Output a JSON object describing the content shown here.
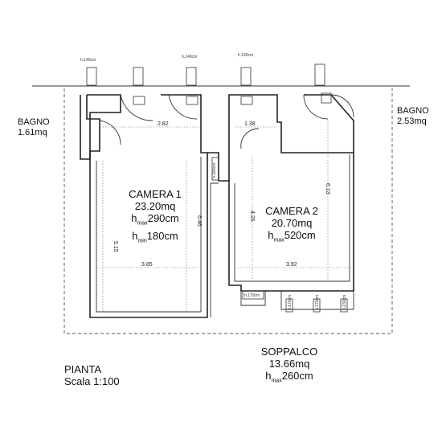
{
  "rooms": {
    "bagno1": {
      "name": "BAGNO",
      "area": "1.61mq"
    },
    "bagno2": {
      "name": "BAGNO",
      "area": "2.53mq"
    },
    "camera1": {
      "name": "CAMERA 1",
      "area": "23.20mq",
      "hmax": "290cm",
      "hmin": "180cm",
      "hmax_sub": "max",
      "hmin_sub": "min",
      "h": "h"
    },
    "camera2": {
      "name": "CAMERA 2",
      "area": "20.70mq",
      "hmax": "520cm",
      "hmax_sub": "max",
      "h": "h"
    },
    "soppalco": {
      "name": "SOPPALCO",
      "area": "13.66mq",
      "hmax": "260cm",
      "hmax_sub": "max",
      "h": "h"
    }
  },
  "plan": {
    "title": "PIANTA",
    "scale": "Scala 1:100"
  },
  "dimensions": {
    "d282": "2.82",
    "d138": "1.38",
    "d385": "3.85",
    "d392": "3.92",
    "d515": "5.15",
    "d646": "6.46",
    "d426": "4.26",
    "d613": "6.13"
  },
  "windows": {
    "w1": "h.140cm",
    "w2": "h.140cm",
    "w3": "h.140cm",
    "side": "h.180cm",
    "b1": "h.170cm",
    "b2": "h.170cm",
    "b3": "h.170cm",
    "b4": "h.230cm"
  }
}
